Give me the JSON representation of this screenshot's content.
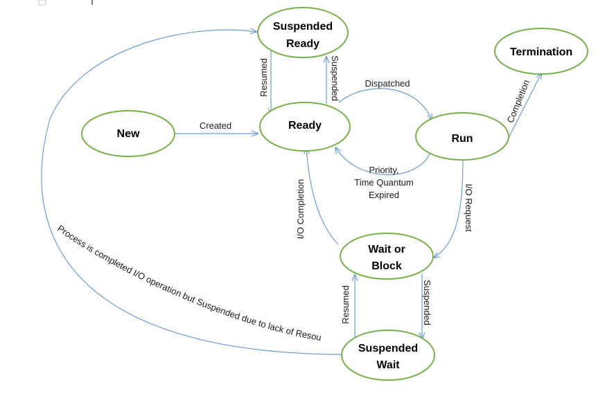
{
  "nodes": {
    "suspended_ready": {
      "line1": "Suspended",
      "line2": "Ready"
    },
    "termination": {
      "label": "Termination"
    },
    "new": {
      "label": "New"
    },
    "ready": {
      "label": "Ready"
    },
    "run": {
      "label": "Run"
    },
    "wait_block": {
      "line1": "Wait or",
      "line2": "Block"
    },
    "suspended_wait": {
      "line1": "Suspended",
      "line2": "Wait"
    }
  },
  "edges": {
    "created": "Created",
    "dispatched": "Dispatched",
    "priority_line1": "Priority,",
    "priority_line2": "Time Quantum",
    "priority_line3": "Expired",
    "completion": "Completion",
    "io_request": "I/O Request",
    "io_completion": "I/O Completion",
    "resumed_top": "Resumed",
    "suspended_top": "Suspended",
    "resumed_bottom": "Resumed",
    "suspended_bottom": "Suspended",
    "long_arc": "Process is completed I/O operation but Suspended due to lack of Resources"
  },
  "colors": {
    "node_border": "#77b04a",
    "edge_stroke": "#6a9bd2",
    "text": "#000000"
  }
}
